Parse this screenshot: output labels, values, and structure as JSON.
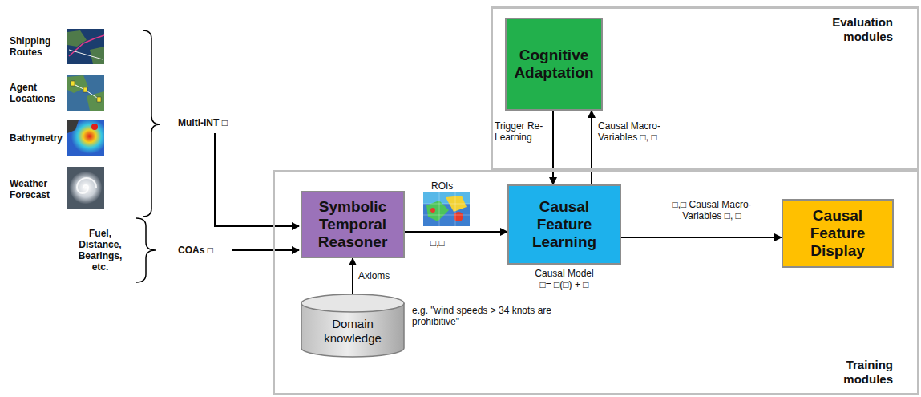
{
  "diagram": {
    "nodes": [
      {
        "text": [
          "Evaluation modules"
        ]
      },
      {
        "text": [
          "Cognitive Adaptation"
        ],
        "in": 0
      },
      {
        "text": [
          "Training modules"
        ]
      },
      {
        "text": [
          "Symbolic Temporal Reasoner"
        ],
        "in": 2
      },
      {
        "text": [
          "Causal Feature Learning"
        ],
        "in": 2
      },
      {
        "text": [
          "Causal Feature Display"
        ],
        "in": 2
      },
      {
        "text": [
          "Domain knowledge"
        ],
        "in": 2
      }
    ],
    "edges": [
      {
        "from": 6,
        "to": 3,
        "label": "Axioms",
        "arrow": "to"
      },
      {
        "from": 3,
        "to": 4,
        "label": "□,□",
        "arrow": "to"
      },
      {
        "from": 1,
        "to": 4,
        "label": "Trigger Re-Learning",
        "arrow": "to"
      },
      {
        "from": 4,
        "to": 1,
        "label": "Causal Macro-Variables □, □",
        "arrow": "to"
      },
      {
        "from": 4,
        "to": 5,
        "label": "□,□ Causal Macro-Variables □, □",
        "arrow": "to"
      }
    ],
    "labels": [
      "Shipping Routes",
      "Agent Locations",
      "Bathymetry",
      "Weather Forecast",
      "Multi-INT □",
      "Fuel, Distance, Bearings, etc.",
      "COAs □",
      "ROIs",
      "Causal Model □= □(□) + □",
      "e.g. \"wind speeds > 34 knots are prohibitive\""
    ]
  }
}
